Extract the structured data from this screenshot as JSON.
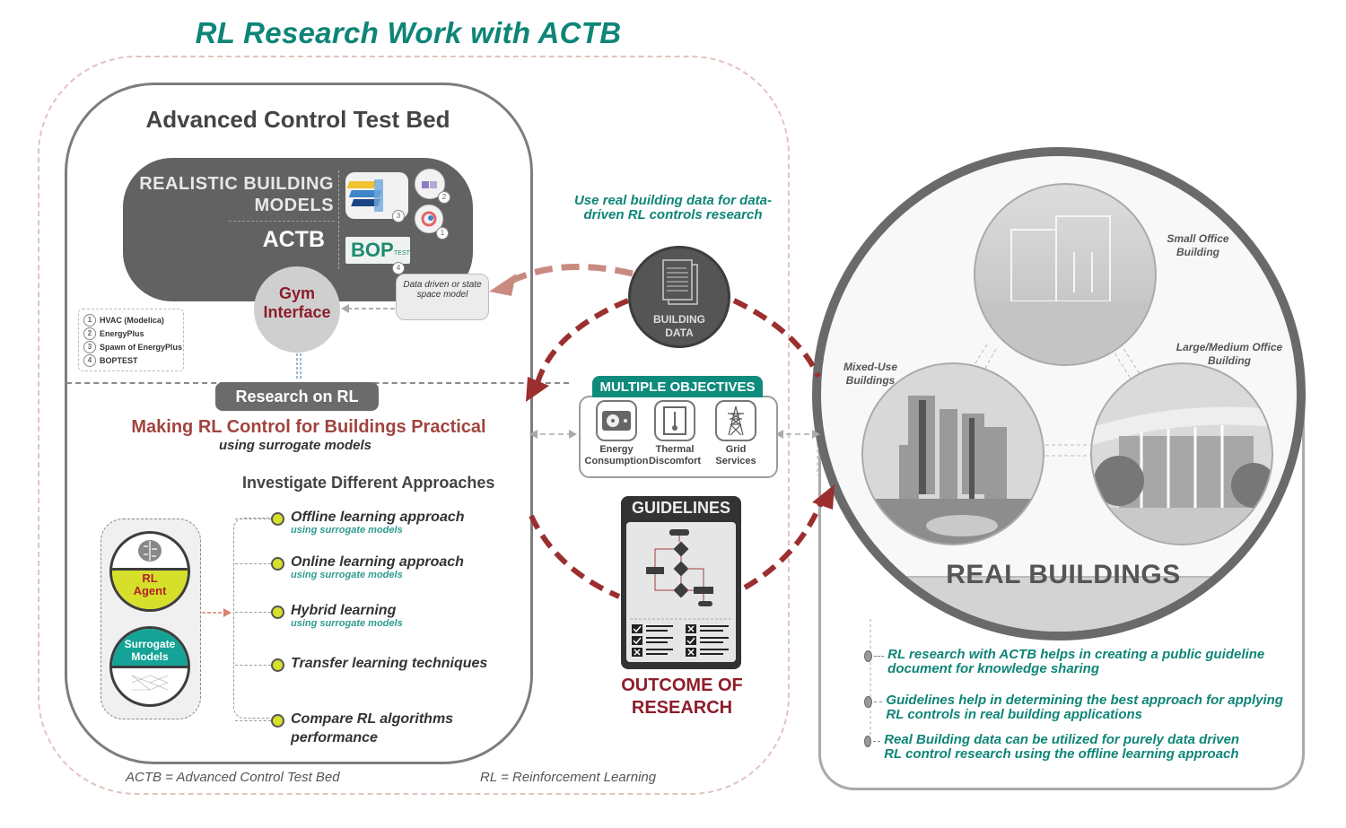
{
  "title": "RL Research Work with ACTB",
  "actb": {
    "title": "Advanced Control Test Bed",
    "models_label_line1": "REALISTIC BUILDING",
    "models_label_line2": "MODELS",
    "actb_label": "ACTB",
    "bop_logo": "BOP",
    "bop_logo_sub": "TEST",
    "logo_numbers": [
      "1",
      "2",
      "3",
      "4"
    ],
    "gym_line1": "Gym",
    "gym_line2": "Interface",
    "data_driven_model": "Data driven or state space model",
    "legend": [
      {
        "num": "1",
        "label": "HVAC (Modelica)"
      },
      {
        "num": "2",
        "label": "EnergyPlus"
      },
      {
        "num": "3",
        "label": "Spawn of EnergyPlus"
      },
      {
        "num": "4",
        "label": "BOPTEST"
      }
    ],
    "research_on_rl": "Research on RL",
    "making_title": "Making RL Control for Buildings Practical",
    "making_sub": "using surrogate models",
    "investigate_title": "Investigate Different Approaches",
    "rl_agent_line1": "RL",
    "rl_agent_line2": "Agent",
    "surrogate_line1": "Surrogate",
    "surrogate_line2": "Models",
    "approaches": [
      {
        "main": "Offline learning approach",
        "sub": "using surrogate models"
      },
      {
        "main": "Online learning approach",
        "sub": "using surrogate models"
      },
      {
        "main": "Hybrid learning",
        "sub": "using surrogate models"
      },
      {
        "main": "Transfer learning techniques",
        "sub": ""
      },
      {
        "main": "Compare RL algorithms",
        "main2": "performance",
        "sub": ""
      }
    ]
  },
  "footer": {
    "actb_def": "ACTB = Advanced Control Test Bed",
    "rl_def": "RL = Reinforcement Learning"
  },
  "center": {
    "use_real_data": "Use real building data for data-driven RL controls research",
    "building_data_line1": "BUILDING",
    "building_data_line2": "DATA",
    "multiple_objectives": "MULTIPLE OBJECTIVES",
    "objectives": [
      {
        "icon": "fan-icon",
        "line1": "Energy",
        "line2": "Consumption"
      },
      {
        "icon": "thermometer-icon",
        "line1": "Thermal",
        "line2": "Discomfort"
      },
      {
        "icon": "power-tower-icon",
        "line1": "Grid",
        "line2": "Services"
      }
    ],
    "guidelines": "GUIDELINES",
    "outcome_line1": "OUTCOME OF",
    "outcome_line2": "RESEARCH",
    "arrow_color": "#9b2f2f",
    "arrow_color_light": "#c98a80"
  },
  "real_buildings": {
    "label": "REAL BUILDINGS",
    "buildings": [
      {
        "line1": "Small Office",
        "line2": "Building"
      },
      {
        "line1": "Mixed-Use",
        "line2": "Buildings"
      },
      {
        "line1": "Large/Medium Office",
        "line2": "Building"
      }
    ],
    "notes": [
      "RL research with ACTB helps in creating a public guideline document for knowledge sharing",
      "Guidelines help in determining the best approach for applying RL controls in real building applications",
      "Real Building data can be utilized for purely data driven RL control research using the offline learning approach"
    ]
  },
  "colors": {
    "teal": "#0e8577",
    "maroon": "#8d1d2b",
    "dark_gray": "#626262",
    "yellow_green": "#d6df2a"
  }
}
